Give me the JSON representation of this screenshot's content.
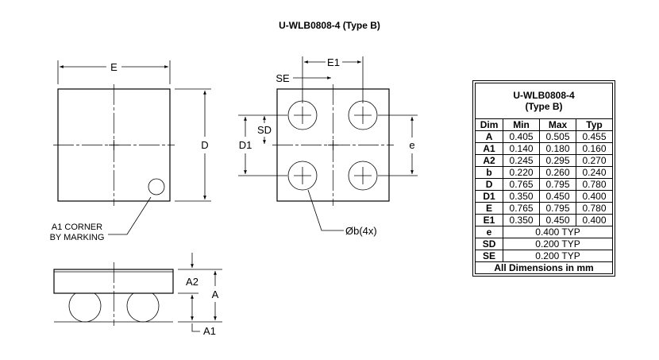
{
  "title": "U-WLB0808-4 (Type B)",
  "top_view": {
    "label_e": "E",
    "label_d": "D",
    "a1_note_line1": "A1 CORNER",
    "a1_note_line2": "BY MARKING"
  },
  "bottom_view": {
    "label_e1": "E1",
    "label_se": "SE",
    "label_sd": "SD",
    "label_d1": "D1",
    "label_e": "e",
    "label_ball": "Øb(4x)"
  },
  "side_view": {
    "label_a2": "A2",
    "label_a": "A",
    "label_a1": "A1"
  },
  "table": {
    "title_line1": "U-WLB0808-4",
    "title_line2": "(Type B)",
    "headers": [
      "Dim",
      "Min",
      "Max",
      "Typ"
    ],
    "rows": [
      [
        "A",
        "0.405",
        "0.505",
        "0.455"
      ],
      [
        "A1",
        "0.140",
        "0.180",
        "0.160"
      ],
      [
        "A2",
        "0.245",
        "0.295",
        "0.270"
      ],
      [
        "b",
        "0.220",
        "0.260",
        "0.240"
      ],
      [
        "D",
        "0.765",
        "0.795",
        "0.780"
      ],
      [
        "D1",
        "0.350",
        "0.450",
        "0.400"
      ],
      [
        "E",
        "0.765",
        "0.795",
        "0.780"
      ],
      [
        "E1",
        "0.350",
        "0.450",
        "0.400"
      ]
    ],
    "typ_rows": [
      [
        "e",
        "0.400 TYP"
      ],
      [
        "SD",
        "0.200 TYP"
      ],
      [
        "SE",
        "0.200 TYP"
      ]
    ],
    "footer": "All Dimensions in mm"
  }
}
